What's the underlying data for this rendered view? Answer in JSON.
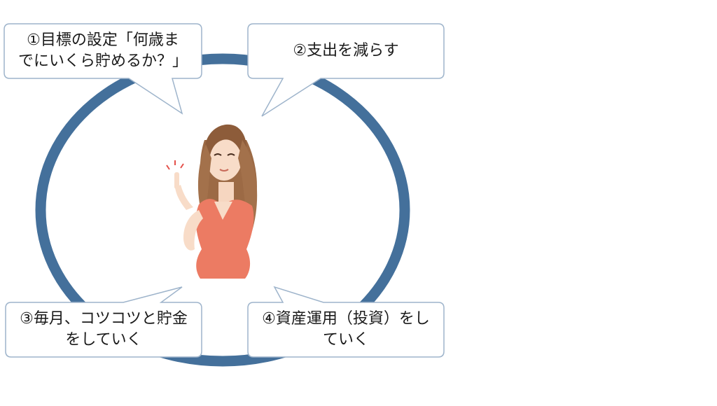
{
  "colors": {
    "ring": "#44709b",
    "callout_border": "#9eb4cb",
    "callout_fill": "#ffffff",
    "blouse": "#ec7b63",
    "hair": "#9c6a45",
    "skin": "#f8dcc8"
  },
  "illustration": "woman-pointing-finger",
  "steps": [
    {
      "id": "goal",
      "lines": [
        "①目標の設定「何歳ま",
        "でにいくら貯めるか？」"
      ]
    },
    {
      "id": "reduce",
      "lines": [
        "②支出を減らす"
      ]
    },
    {
      "id": "save",
      "lines": [
        "③毎月、コツコツと貯金",
        "をしていく"
      ]
    },
    {
      "id": "invest",
      "lines": [
        "④資産運用（投資）をし",
        "ていく"
      ]
    }
  ]
}
